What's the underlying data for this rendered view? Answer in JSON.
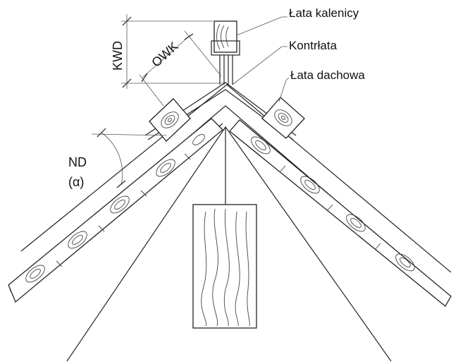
{
  "labels": {
    "lata_kalenicy": "Łata kalenicy",
    "kontrlata": "Kontrłata",
    "lata_dachowa": "Łata dachowa",
    "kwd": "KWD",
    "owk": "OWK",
    "nd": "ND",
    "alpha": "(α)"
  }
}
